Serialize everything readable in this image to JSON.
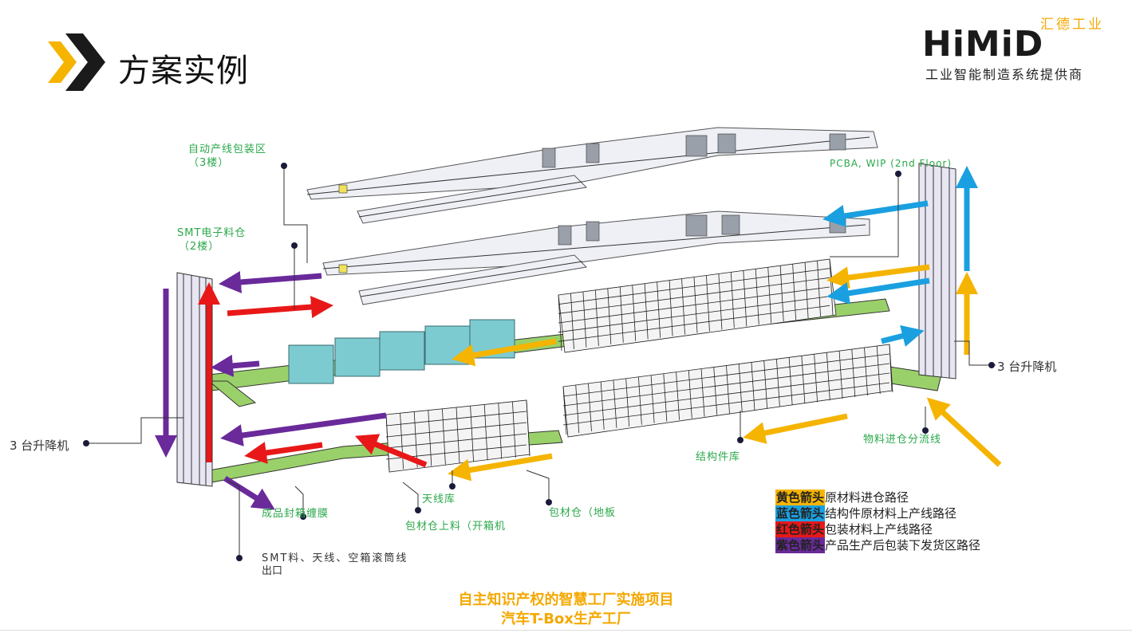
{
  "header": {
    "title": "方案实例"
  },
  "logo": {
    "top_text": "汇德工业",
    "brand_part1": "Hi",
    "brand_part2": "MiD",
    "subtitle": "工业智能制造系统提供商"
  },
  "labels": {
    "packaging_area": "自动产线包装区",
    "packaging_floor": "（3楼）",
    "smt_warehouse": "SMT电子料仓",
    "smt_floor": "（2楼）",
    "pcba_wip": "PCBA, WIP (2nd Floor)",
    "lift_right": "3 台升降机",
    "lift_left": "3 台升降机",
    "material_diverter": "物料进仓分流线",
    "structural_warehouse": "结构件库",
    "antenna_warehouse": "天线库",
    "packaging_store": "包材仓（地板",
    "packaging_feed": "包材仓上料（开箱机",
    "finished_wrap": "成品封箱缠膜",
    "smt_exit_line1": "SMT料、天线、空箱滚筒线",
    "smt_exit_line2": "出口"
  },
  "legend": [
    {
      "swatch": "黄色箭头",
      "color": "#f5b400",
      "text": "原材料进仓路径"
    },
    {
      "swatch": "蓝色箭头",
      "color": "#1aa0e0",
      "text": "结构件原材料上产线路径"
    },
    {
      "swatch": "红色箭头",
      "color": "#e81818",
      "text": "包装材料上产线路径"
    },
    {
      "swatch": "紫色箭头",
      "color": "#6a2a9a",
      "text": "产品生产后包装下发货区路径"
    }
  ],
  "footer": {
    "line1": "自主知识产权的智慧工厂实施项目",
    "line2": "汽车T-Box生产工厂"
  },
  "colors": {
    "yellow": "#f5b400",
    "blue": "#1aa0e0",
    "red": "#e81818",
    "purple": "#6a2a9a",
    "label_green": "#2aa84a",
    "footer_gold": "#f5a800"
  }
}
